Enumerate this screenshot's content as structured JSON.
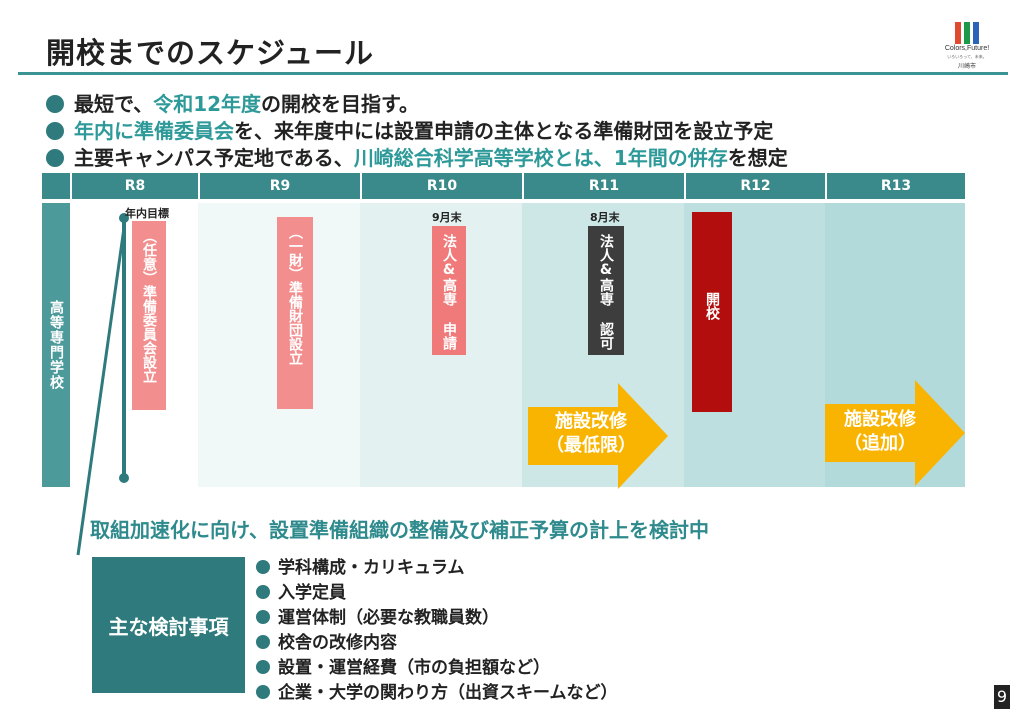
{
  "title": "開校までのスケジュール",
  "logo": {
    "line1": "Colors,Future!",
    "line2": "いろいろって、未来。",
    "line3": "川崎市",
    "colors": [
      "#e04a2f",
      "#1c9a4a",
      "#2a63b8"
    ]
  },
  "bullets": [
    {
      "pre": "最短で、",
      "hl": "令和12年度",
      "post": "の開校を目指す。"
    },
    {
      "pre": "",
      "hl": "年内に準備委員会",
      "post": "を、来年度中には設置申請の主体となる準備財団を設立予定"
    },
    {
      "pre": "主要キャンパス予定地である、",
      "hl": "川崎総合科学高等学校とは、1年間の併存",
      "post": "を想定"
    }
  ],
  "timeline": {
    "years": [
      "R8",
      "R9",
      "R10",
      "R11",
      "R12",
      "R13"
    ],
    "row_label": "高等専門学校",
    "notes": {
      "r8": "年内目標",
      "r10": "9月末",
      "r11": "8月末"
    },
    "bars": {
      "r8": "（任意）準備委員会設立",
      "r9": "（一財）準備財団設立",
      "r10": "法人&高専 申請",
      "r11": "法人&高専 認可",
      "r12": "開校"
    },
    "arrows": {
      "r11": [
        "施設改修",
        "（最低限）"
      ],
      "r13": [
        "施設改修",
        "（追加）"
      ]
    }
  },
  "subheading": "取組加速化に向け、設置準備組織の整備及び補正予算の計上を検討中",
  "exam_box_label": "主な検討事項",
  "items": [
    "学科構成・カリキュラム",
    "入学定員",
    "運営体制（必要な教職員数）",
    "校舎の改修内容",
    "設置・運営経費（市の負担額など）",
    "企業・大学の関わり方（出資スキームなど）"
  ],
  "page_number": "9"
}
